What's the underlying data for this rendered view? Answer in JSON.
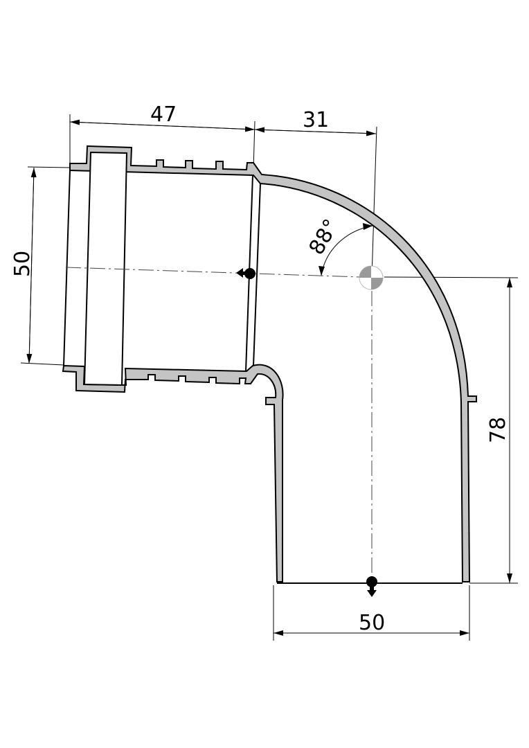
{
  "drawing": {
    "title": "90° pipe elbow with socket",
    "dimensions": {
      "socket_length": "47",
      "offset_horizontal": "31",
      "socket_diameter": "50",
      "angle": "88°",
      "height": "78",
      "outlet_diameter": "50"
    },
    "colors": {
      "wall": "#c4c4c4",
      "line": "#000000"
    }
  }
}
